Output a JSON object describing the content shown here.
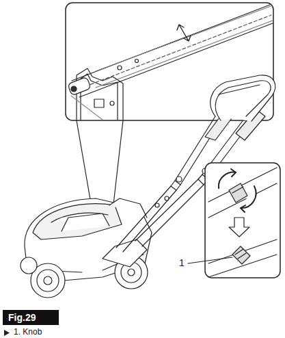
{
  "diagram": {
    "caption": "1. Knob",
    "nodes": [
      {
        "text": [
          "Fig.29"
        ]
      }
    ],
    "labels": [
      "1"
    ]
  }
}
